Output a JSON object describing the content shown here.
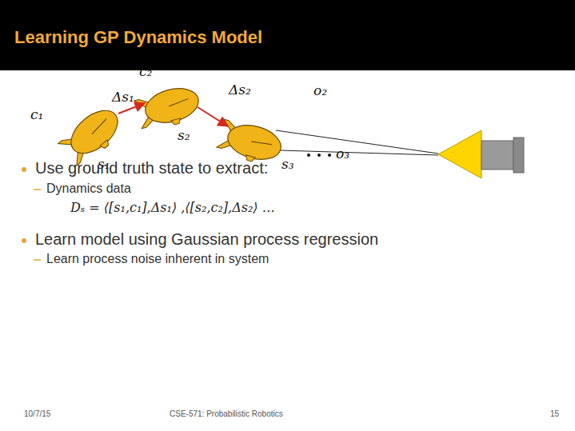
{
  "diagram": {
    "title": "Learning GP Dynamics Model",
    "labels": [
      "c₁",
      "s₁",
      "Δs₁",
      "c₂",
      "s₂",
      "Δs₂",
      "s₃",
      "o₂",
      "o₃",
      "Use ground truth state to extract:",
      "Dynamics data",
      "Dₛ = ⟨[s₁,c₁],Δs₁⟩ ,⟨[s₂,c₂],Δs₂⟩ …",
      "Learn model using Gaussian process regression",
      "Learn process noise inherent in system",
      "10/7/15",
      "CSE-571: Probabilistic Robotics",
      "15"
    ]
  }
}
